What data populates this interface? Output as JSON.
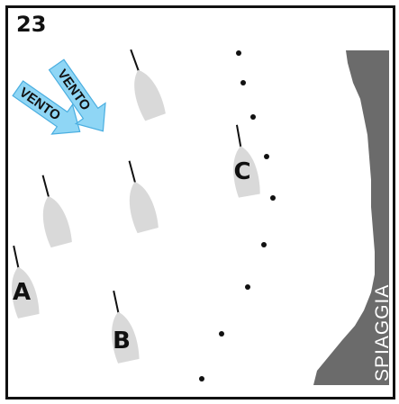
{
  "figure": {
    "number": "23"
  },
  "wind": {
    "labels": [
      "VENTO",
      "VENTO"
    ],
    "color": "#8fd6f5"
  },
  "boats": {
    "labeled": [
      {
        "label": "A"
      },
      {
        "label": "B"
      },
      {
        "label": "C"
      }
    ],
    "hull_color": "#d9d9d9"
  },
  "beach": {
    "label": "SPIAGGIA",
    "color": "#6b6b6b"
  }
}
